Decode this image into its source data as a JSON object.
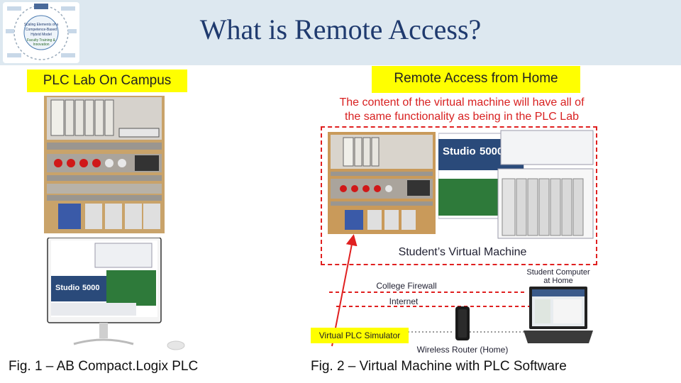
{
  "slide": {
    "title": "What is Remote Access?",
    "left_heading": "PLC Lab On Campus",
    "right_heading": "Remote Access from Home",
    "note_line1": "The content of the virtual machine will have all of",
    "note_line2": "the same functionality as being in the PLC Lab",
    "vm_label": "Student’s Virtual Machine",
    "firewall_label": "College Firewall",
    "internet_label": "Internet",
    "student_computer_label": "Student Computer at Home",
    "simulator_label": "Virtual PLC Simulator",
    "router_label": "Wireless Router (Home)",
    "fig1_caption": "Fig. 1 – AB Compact.Logix PLC",
    "fig2_caption": "Fig. 2 – Virtual Machine with PLC Software",
    "software_name": "Studio",
    "software_version": "5000"
  },
  "logo": {
    "center_line1": "Scaling Elements of a",
    "center_line2": "Competence-Based",
    "center_line3": "Hybrid Model",
    "center_line4": "Faculty Training &",
    "center_line5": "Innovation"
  },
  "colors": {
    "header_bg": "#dde8f0",
    "title": "#1f3a6e",
    "highlight": "#ffff00",
    "dashed": "#e02020",
    "arrow": "#e02020"
  }
}
